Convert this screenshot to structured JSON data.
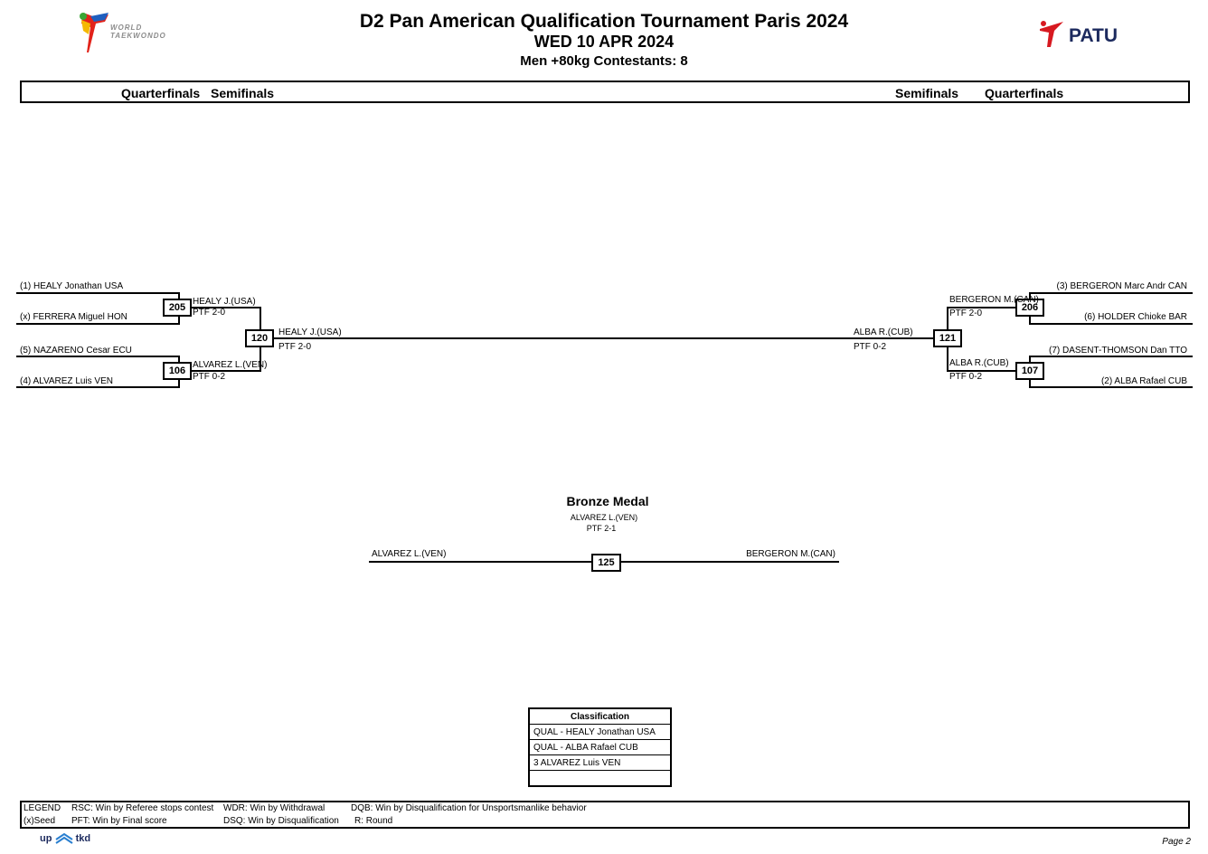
{
  "header": {
    "logo_left_text": [
      "WORLD",
      "TAEKWONDO"
    ],
    "logo_right_text": "PATU",
    "title": "D2 Pan American Qualification Tournament Paris 2024",
    "date": "WED 10 APR 2024",
    "category": "Men +80kg  Contestants: 8"
  },
  "rounds": {
    "left_qf": "Quarterfinals",
    "left_sf": "Semifinals",
    "right_sf": "Semifinals",
    "right_qf": "Quarterfinals"
  },
  "left": {
    "entrants": [
      "(1) HEALY Jonathan USA",
      "(x) FERRERA Miguel HON",
      "(5) NAZARENO Cesar ECU",
      "(4) ALVAREZ Luis VEN"
    ],
    "qf_top": {
      "match": "205",
      "winner": "HEALY J.(USA)",
      "score": "PTF 2-0"
    },
    "qf_bottom": {
      "match": "106",
      "winner": "ALVAREZ L.(VEN)",
      "score": "PTF 0-2"
    },
    "sf": {
      "match": "120",
      "winner": "HEALY J.(USA)",
      "score": "PTF 2-0"
    }
  },
  "right": {
    "entrants": [
      "(3) BERGERON Marc Andr CAN",
      "(6) HOLDER Chioke BAR",
      "(7) DASENT-THOMSON Dan TTO",
      "(2) ALBA Rafael CUB"
    ],
    "qf_top": {
      "match": "206",
      "winner": "BERGERON M.(CAN)",
      "score": "PTF 2-0"
    },
    "qf_bottom": {
      "match": "107",
      "winner": "ALBA R.(CUB)",
      "score": "PTF 0-2"
    },
    "sf": {
      "match": "121",
      "winner": "ALBA R.(CUB)",
      "score": "PTF 0-2"
    }
  },
  "bronze": {
    "title": "Bronze Medal",
    "winner": "ALVAREZ L.(VEN)",
    "score": "PTF 2-1",
    "left": "ALVAREZ L.(VEN)",
    "right": "BERGERON M.(CAN)",
    "match": "125"
  },
  "classification": {
    "header": "Classification",
    "rows": [
      "QUAL - HEALY Jonathan USA",
      "QUAL - ALBA Rafael CUB",
      "3 ALVAREZ Luis VEN",
      ""
    ]
  },
  "legend": {
    "label": "LEGEND",
    "seed": "(x)Seed",
    "rsc": "RSC: Win by Referee stops contest",
    "pft": "PFT: Win by Final score",
    "wdr": "WDR: Win by Withdrawal",
    "dsq": "DSQ: Win by Disqualification",
    "dqb": "DQB: Win by Disqualification for Unsportsmanlike behavior",
    "r": "R: Round"
  },
  "footer": {
    "brand_left": "up",
    "brand_right": "tkd",
    "page": "Page 2"
  },
  "colors": {
    "wt_red": "#e2231a",
    "wt_blue": "#1f5fbf",
    "wt_yellow": "#f5b800",
    "wt_green": "#3aa635",
    "wt_gray": "#8c8c8c",
    "patu_navy": "#1c2a5e",
    "patu_red": "#d71920",
    "uptkd_blue": "#2a7fd0"
  }
}
